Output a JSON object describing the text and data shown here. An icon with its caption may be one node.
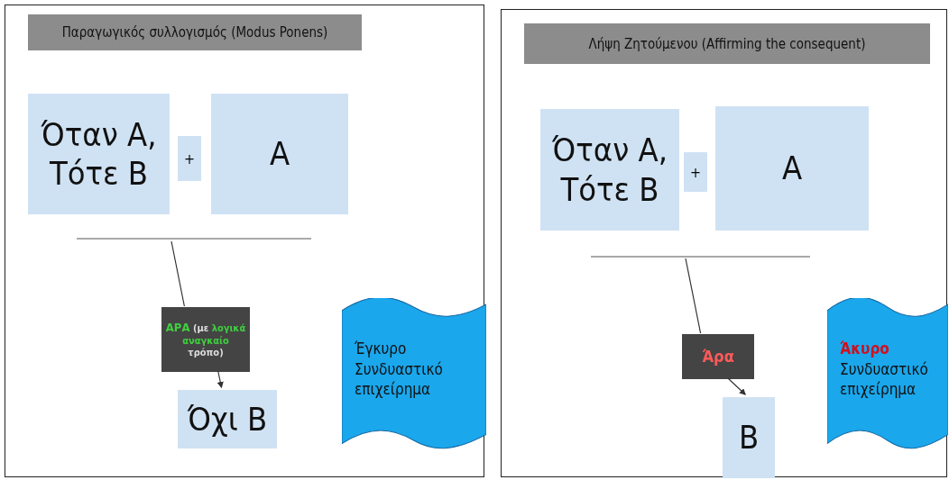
{
  "diagram": {
    "nodes": [
      {
        "text": [],
        "shape": "box"
      },
      {
        "text": [
          "Παραγωγικός συλλογισμός (Modus Ponens)"
        ],
        "in": 0
      },
      {
        "text": [
          "Όταν Α, Τότε Β"
        ],
        "in": 0
      },
      {
        "text": [
          "+"
        ],
        "in": 0
      },
      {
        "text": [
          "Α"
        ],
        "in": 0
      },
      {
        "text": [
          "**ΑΡΑ** (με *λογικά αναγκαίο* τρόπο)"
        ],
        "in": 0
      },
      {
        "text": [
          "Όχι Β"
        ],
        "in": 0
      },
      {
        "text": [
          "Έγκυρο Συνδυαστικό επιχείρημα"
        ],
        "in": 0
      },
      {
        "text": [],
        "shape": "box"
      },
      {
        "text": [
          "Λήψη Ζητούμενου (Affirming the consequent)"
        ],
        "in": 8
      },
      {
        "text": [
          "Όταν Α, Τότε Β"
        ],
        "in": 8
      },
      {
        "text": [
          "+"
        ],
        "in": 8
      },
      {
        "text": [
          "Α"
        ],
        "in": 8
      },
      {
        "text": [
          "Άρα"
        ],
        "in": 8
      },
      {
        "text": [
          "Β"
        ],
        "in": 8
      },
      {
        "text": [
          "**Άκυρο** Συνδυαστικό επιχείρημα"
        ],
        "in": 8
      }
    ],
    "edges": [
      {
        "from": null,
        "to": 5,
        "arrow": "none"
      },
      {
        "from": 5,
        "to": 6,
        "arrow": "to"
      },
      {
        "from": null,
        "to": 13,
        "arrow": "none"
      },
      {
        "from": 13,
        "to": 14,
        "arrow": "to"
      }
    ]
  }
}
